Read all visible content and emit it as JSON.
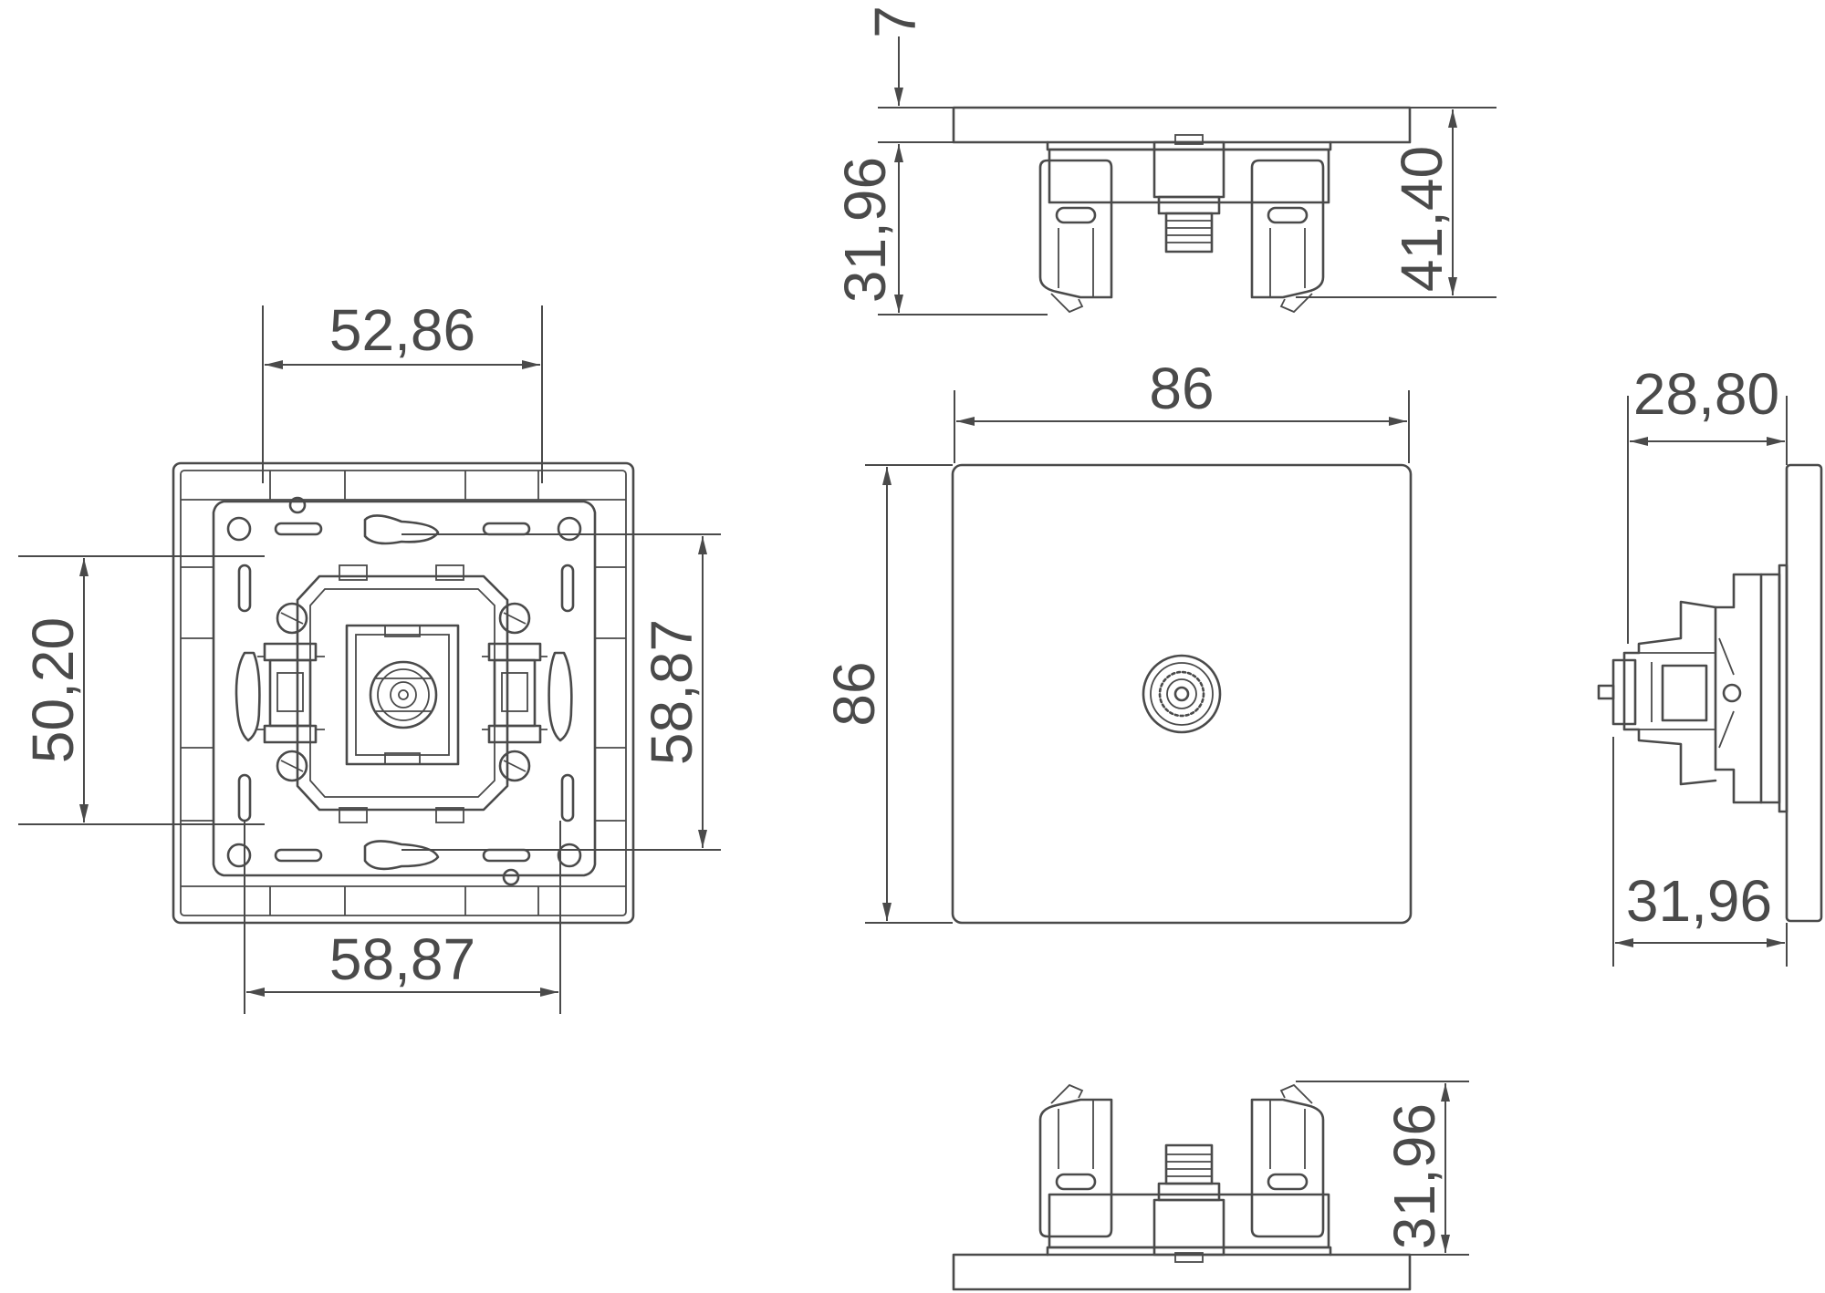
{
  "dimensions": {
    "front_inner_width": "52,86",
    "front_height": "50,20",
    "front_side_height": "58,87",
    "front_bottom_width": "58,87",
    "top_plate_thickness": "7",
    "top_depth": "31,96",
    "top_total_depth": "41,40",
    "plate_width": "86",
    "plate_height": "86",
    "side_depth_top": "28,80",
    "side_depth_bottom": "31,96",
    "bottom_depth": "31,96"
  },
  "colors": {
    "line": "#4a4a4a",
    "background": "#ffffff"
  }
}
